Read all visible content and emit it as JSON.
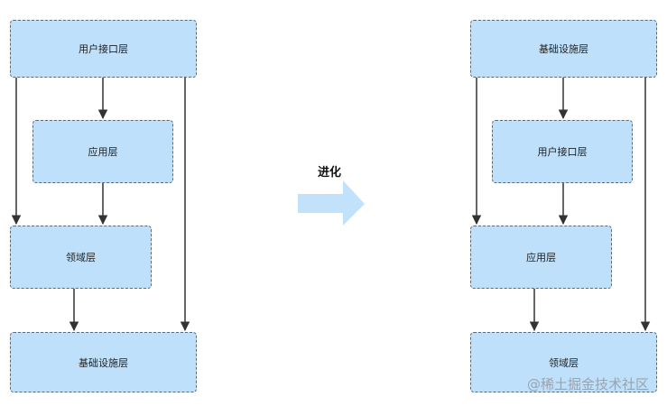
{
  "left": {
    "boxes": [
      "用户接口层",
      "应用层",
      "领域层",
      "基础设施层"
    ]
  },
  "right": {
    "boxes": [
      "基础设施层",
      "用户接口层",
      "应用层",
      "领域层"
    ]
  },
  "transition_label": "进化",
  "watermark": "@稀土掘金技术社区",
  "colors": {
    "box_fill": "#bfe0fb",
    "arrow_fill": "#c2e2fb",
    "line": "#333333"
  }
}
